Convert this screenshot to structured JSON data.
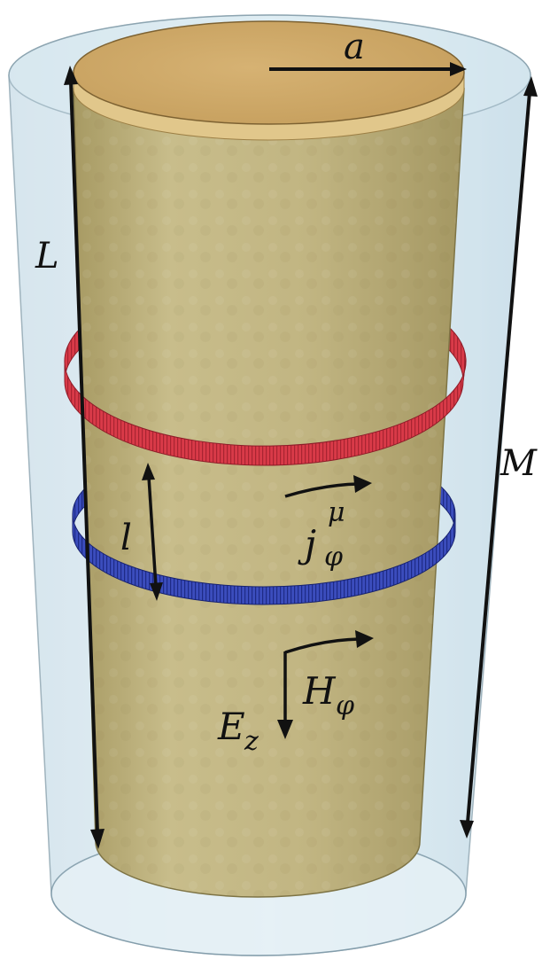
{
  "labels": {
    "radius": "a",
    "inner_length": "L",
    "outer_length": "M",
    "loop_separation": "l",
    "current": "j",
    "current_sub": "φ",
    "current_sup": "μ",
    "magnetic_field": "H",
    "magnetic_field_sub": "φ",
    "electric_field": "E",
    "electric_field_sub": "z"
  },
  "colors": {
    "outer_cylinder_fill": "#cfe3ec",
    "outer_cylinder_stroke": "#7f9aa8",
    "inner_cylinder_side": "#b9ad7c",
    "inner_cylinder_top": "#cfa869",
    "inner_cylinder_rim": "#e2c98d",
    "upper_loop": "#d63a47",
    "lower_loop": "#3546b5",
    "arrows": "#111111"
  },
  "icons": {
    "radius_arrow": "arrow-right",
    "length_arrows": "double-headed-arrow",
    "current_arrow": "curved-arrow-right",
    "field_arrows": "corner-arrow"
  }
}
